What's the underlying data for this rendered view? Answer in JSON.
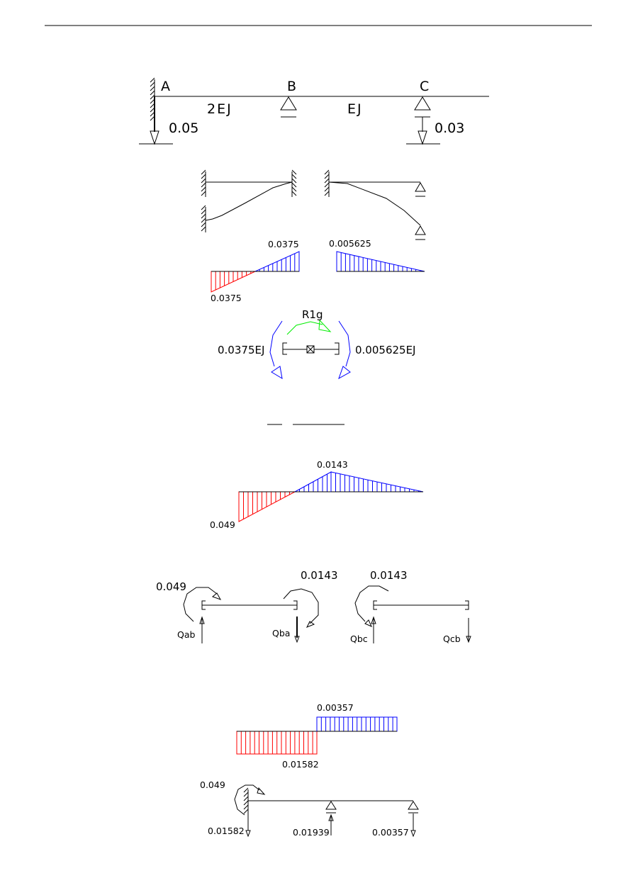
{
  "colors": {
    "negative": "#ff0000",
    "positive": "#0000ff",
    "rotation": "#00ee00",
    "line": "#000000"
  },
  "structure": {
    "nodes": [
      "A",
      "B",
      "C"
    ],
    "stiffness": [
      "2EJ",
      "EJ"
    ],
    "settlement_a": "0.05",
    "settlement_c": "0.03"
  },
  "unit_moments": {
    "ab_top": "0.0375",
    "ab_bottom": "0.0375",
    "bc_left": "0.005625"
  },
  "node_b": {
    "rotation_label": "R1g",
    "moment_left": "0.0375EJ",
    "moment_right": "0.005625EJ"
  },
  "final_moments": {
    "peak_b": "0.0143",
    "end_a": "0.049"
  },
  "free_body": {
    "moment_a": "0.049",
    "moment_ba": "0.0143",
    "moment_bc": "0.0143",
    "shear_labels": [
      "Qab",
      "Qba",
      "Qbc",
      "Qcb"
    ]
  },
  "shear_diagram": {
    "ab": "0.01582",
    "bc": "0.00357"
  },
  "reactions": {
    "moment_a": "0.049",
    "ra": "0.01582",
    "rb": "0.01939",
    "rc": "0.00357"
  }
}
